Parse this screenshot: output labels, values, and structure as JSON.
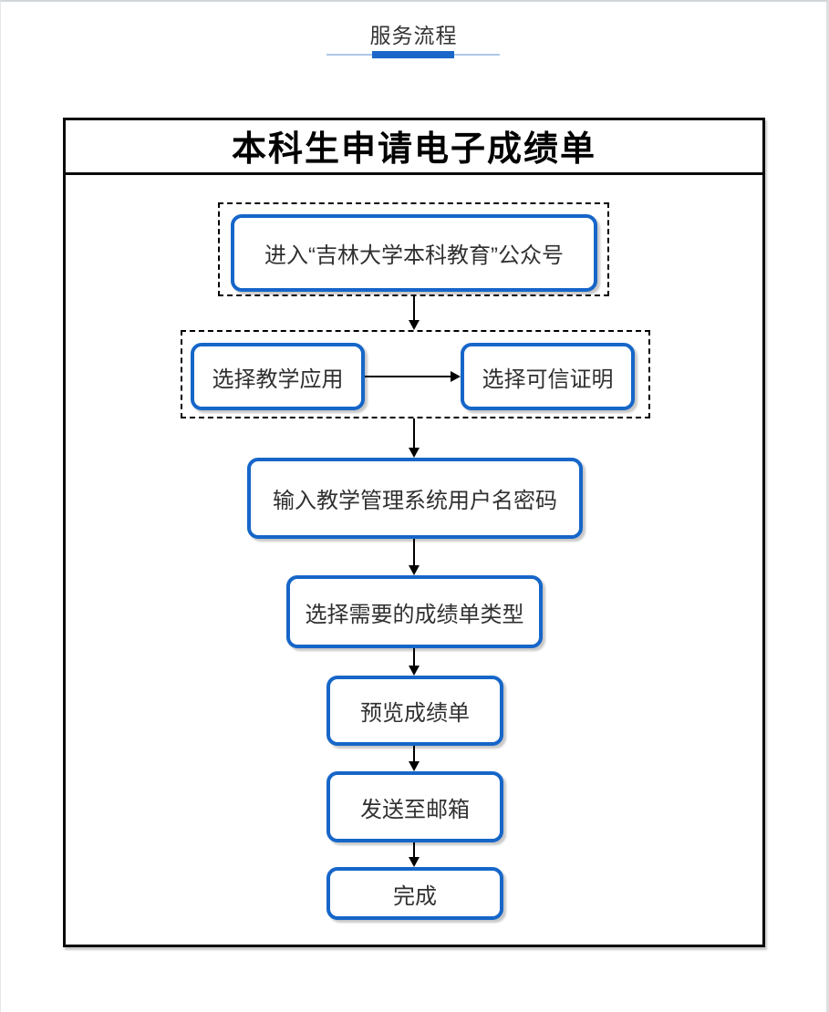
{
  "header": {
    "title": "服务流程"
  },
  "flowchart": {
    "title": "本科生申请电子成绩单",
    "steps": {
      "enter_account": "进入“吉林大学本科教育”公众号",
      "select_teaching_app": "选择教学应用",
      "select_trusted_cert": "选择可信证明",
      "enter_credentials": "输入教学管理系统用户名密码",
      "select_transcript_type": "选择需要的成绩单类型",
      "preview_transcript": "预览成绩单",
      "send_to_email": "发送至邮箱",
      "done": "完成"
    },
    "edges": [
      [
        "enter_account",
        "select_teaching_app"
      ],
      [
        "select_teaching_app",
        "select_trusted_cert"
      ],
      [
        "select_trusted_cert",
        "enter_credentials"
      ],
      [
        "enter_credentials",
        "select_transcript_type"
      ],
      [
        "select_transcript_type",
        "preview_transcript"
      ],
      [
        "preview_transcript",
        "send_to_email"
      ],
      [
        "send_to_email",
        "done"
      ]
    ]
  },
  "colors": {
    "node_border_blue": "#1666C9",
    "accent_bar_blue": "#1B66C9",
    "accent_thin_line": "#AFC8E8",
    "frame_outline": "#000000",
    "text_dark": "#333333"
  }
}
